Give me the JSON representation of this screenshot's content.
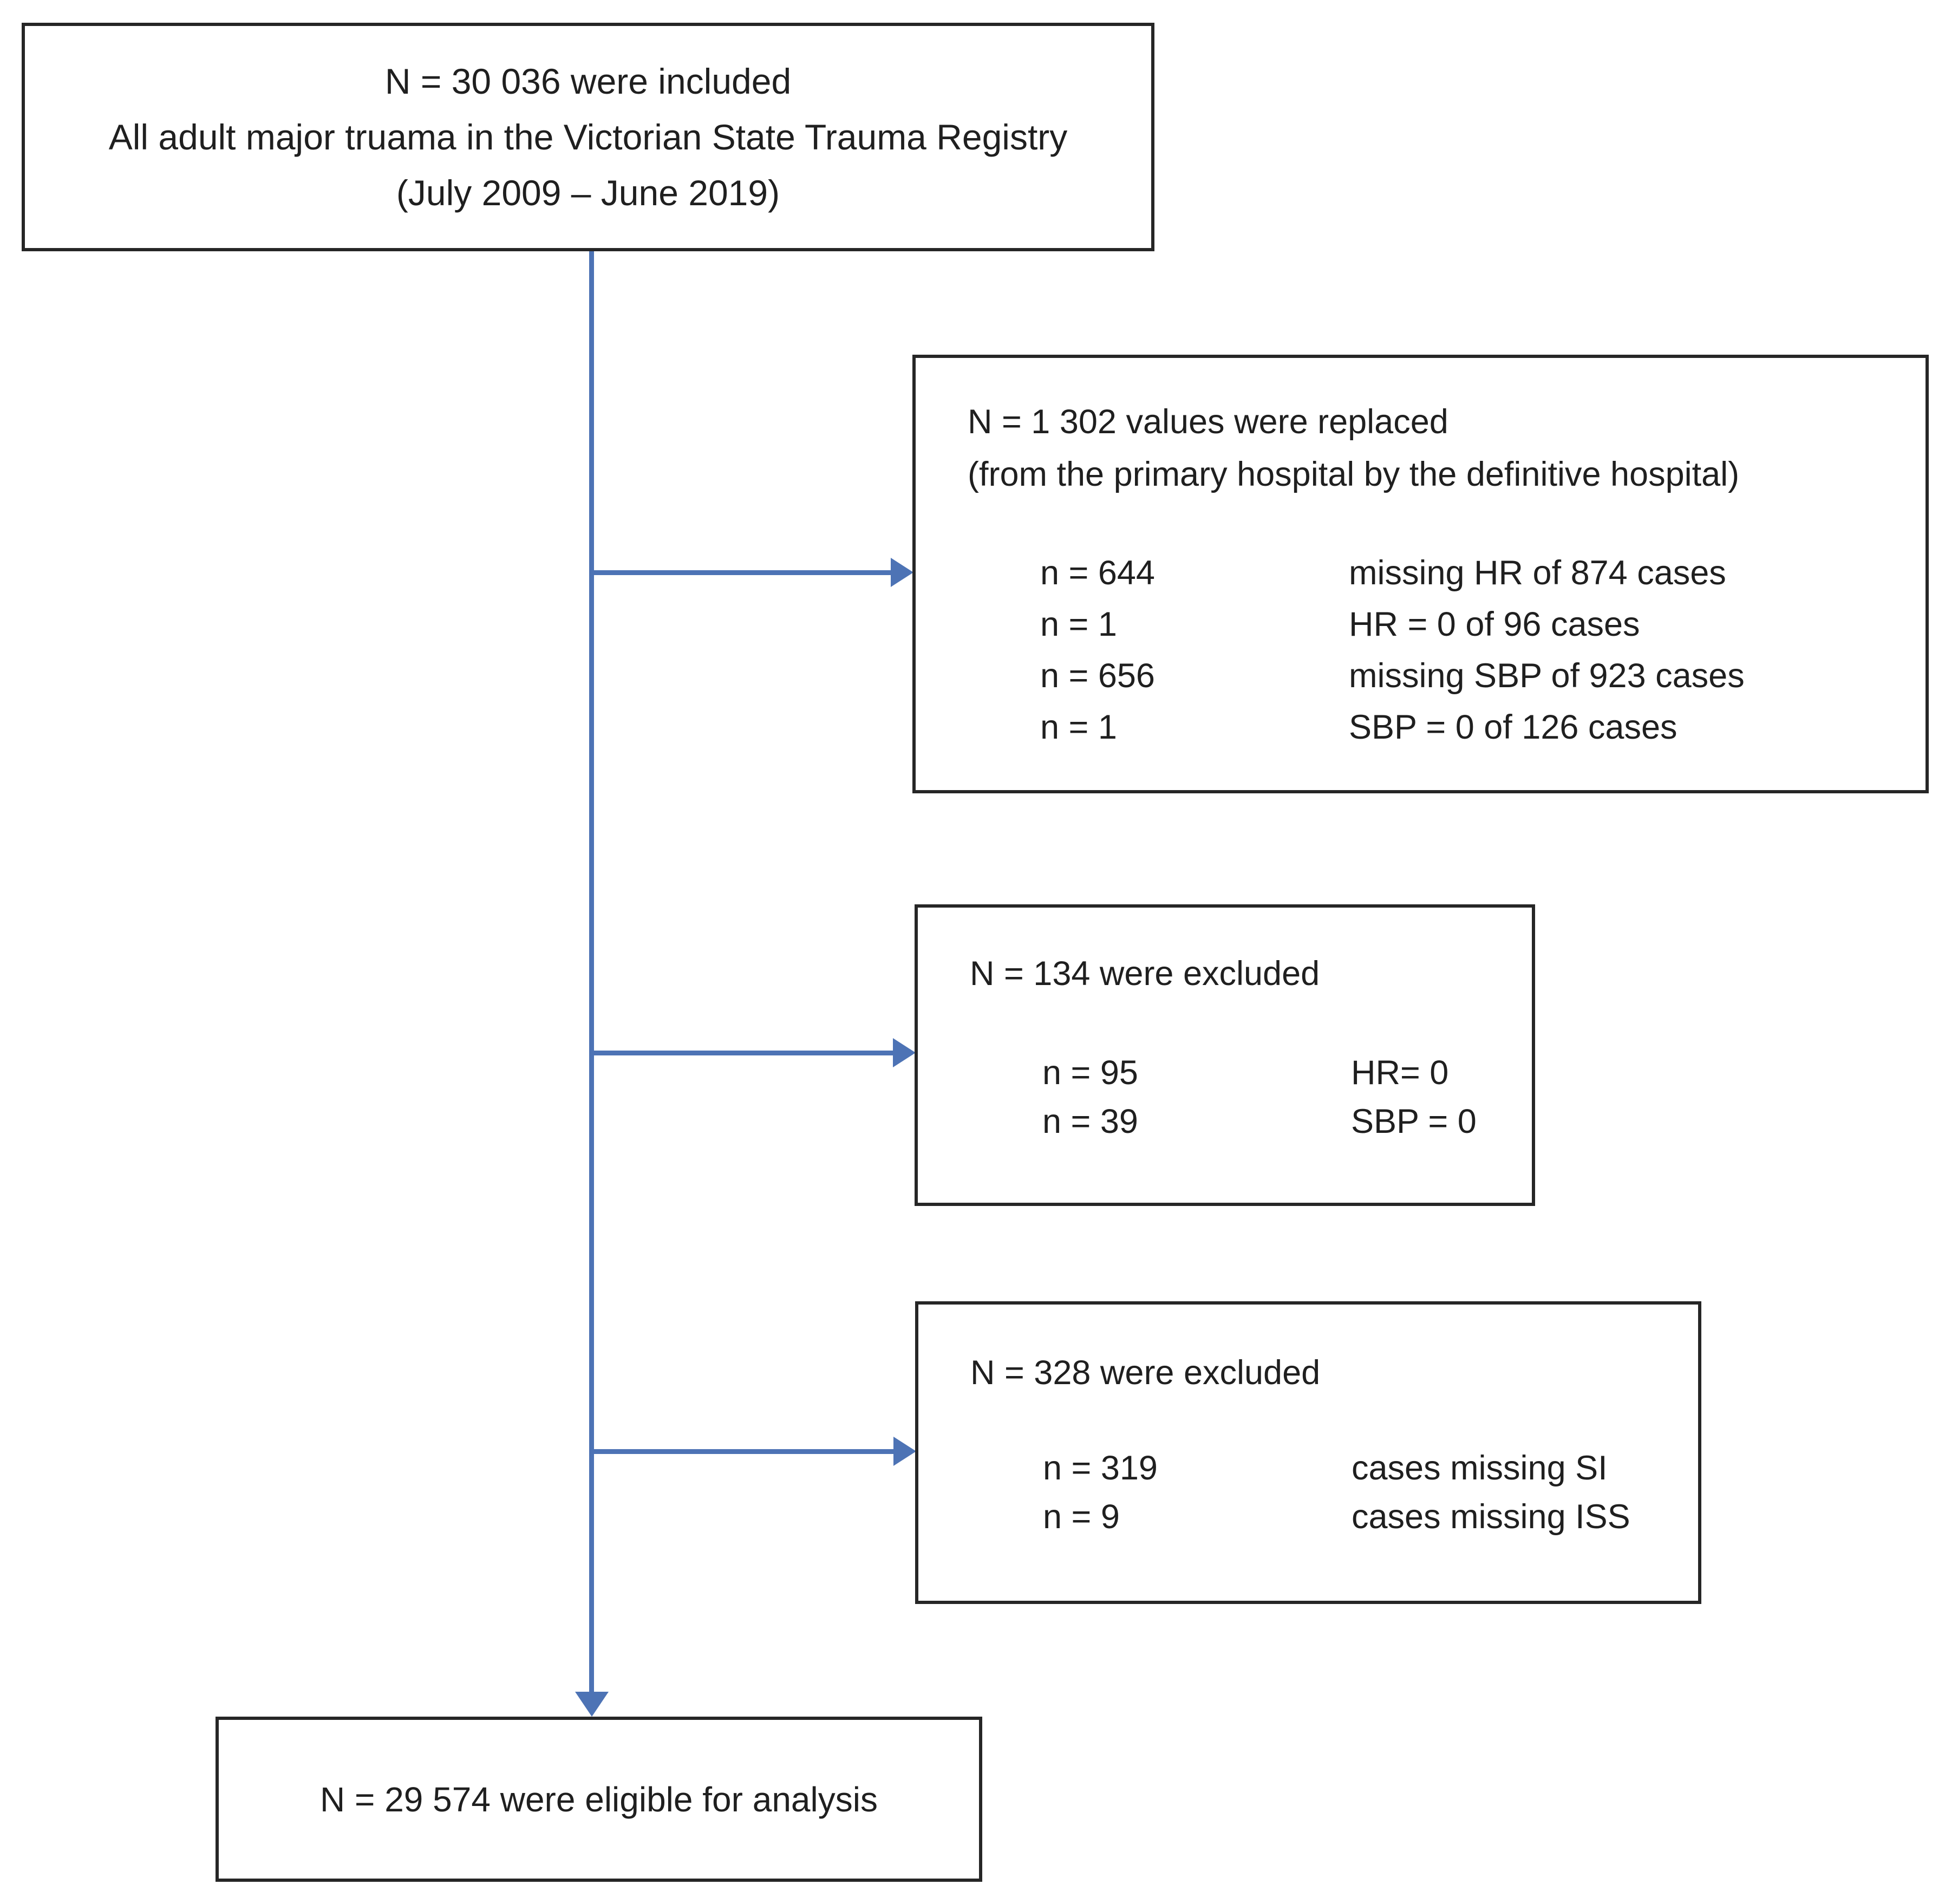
{
  "figure": {
    "type": "study-flow-diagram",
    "arrow_color": "#4d73b5",
    "border_color": "#262626",
    "background_color": "#ffffff"
  },
  "nodes": {
    "included": {
      "lines": [
        "N = 30 036 were included",
        "All adult major truama in the Victorian State Trauma Registry",
        "(July 2009 – June 2019)"
      ]
    },
    "replaced": {
      "title_lines": [
        "N = 1 302 values were replaced",
        "(from the primary hospital by the definitive hospital)"
      ],
      "rows": [
        {
          "n": "n = 644",
          "desc": "missing HR of 874 cases"
        },
        {
          "n": "n = 1",
          "desc": "HR = 0 of 96 cases"
        },
        {
          "n": "n = 656",
          "desc": "missing SBP of 923 cases"
        },
        {
          "n": "n = 1",
          "desc": "SBP = 0 of 126 cases"
        }
      ]
    },
    "excluded_zero": {
      "title": "N = 134 were excluded",
      "rows": [
        {
          "n": "n = 95",
          "desc": "HR= 0"
        },
        {
          "n": "n = 39",
          "desc": "SBP = 0"
        }
      ]
    },
    "excluded_missing": {
      "title": "N = 328 were excluded",
      "rows": [
        {
          "n": "n = 319",
          "desc": "cases missing SI"
        },
        {
          "n": "n = 9",
          "desc": "cases missing ISS"
        }
      ]
    },
    "eligible": {
      "text": "N = 29 574 were eligible for analysis"
    }
  }
}
